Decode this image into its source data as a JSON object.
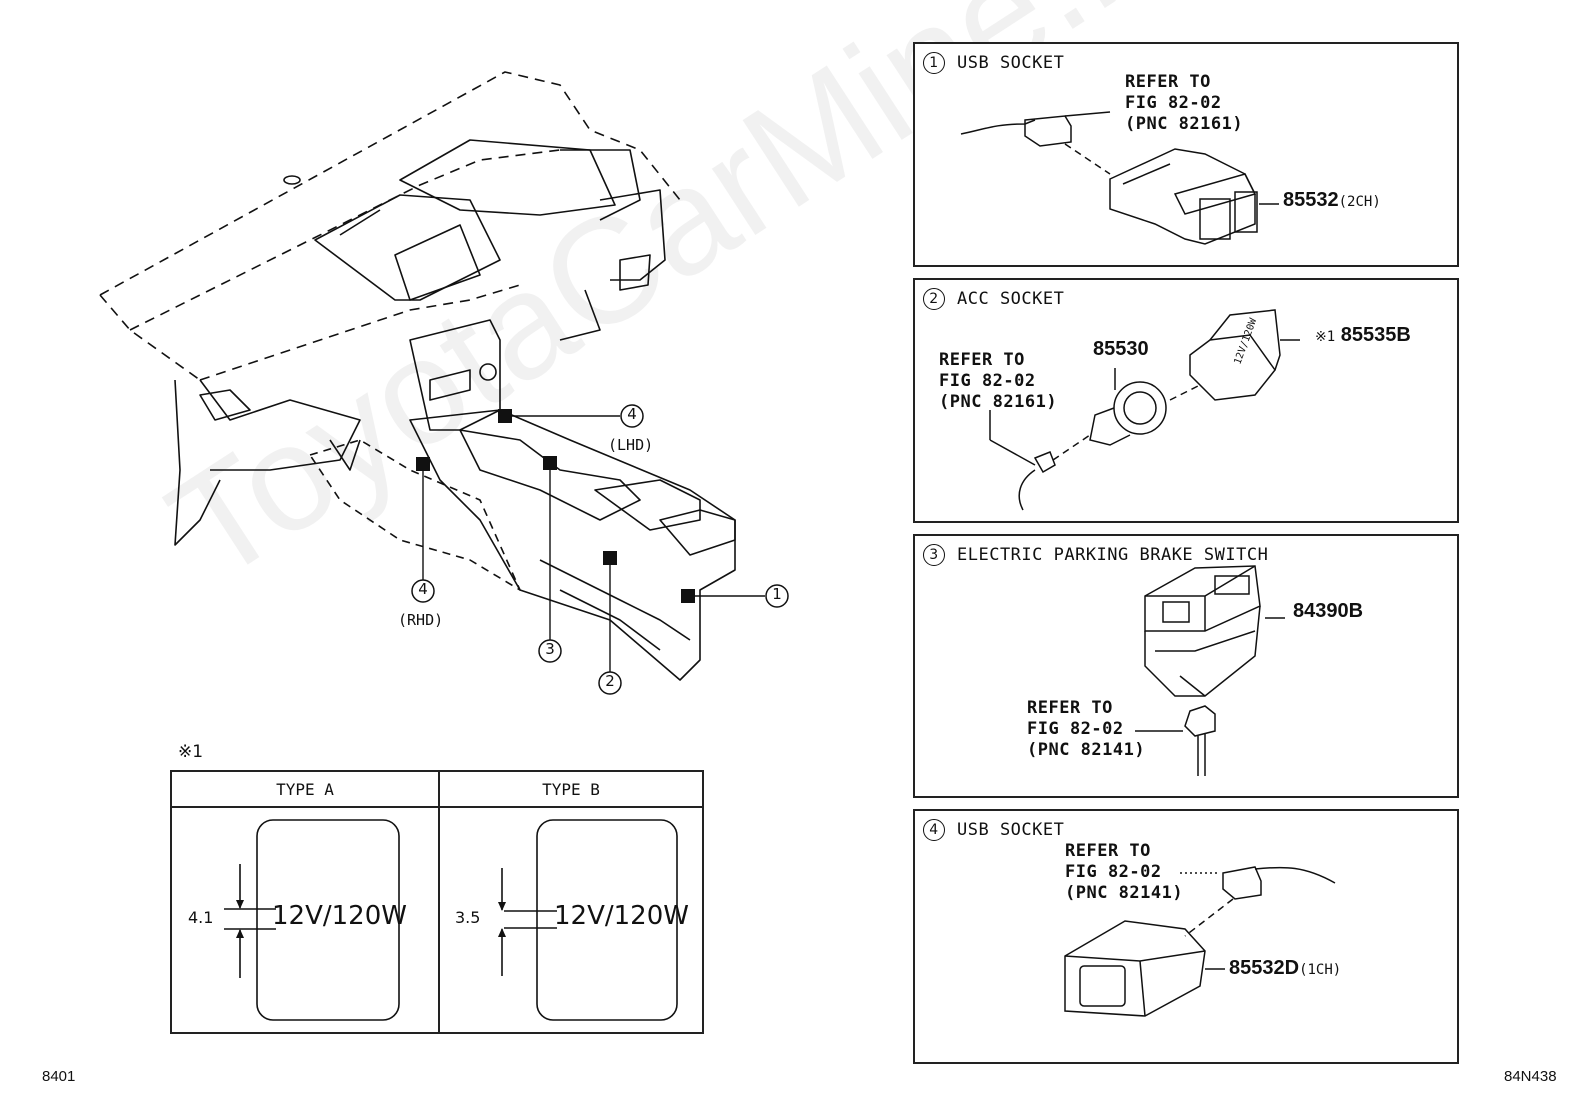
{
  "watermark": "ToyotaCarMine.ru",
  "main_diagram": {
    "callouts": [
      {
        "num": "4",
        "sub": "(LHD)"
      },
      {
        "num": "4",
        "sub": "(RHD)"
      },
      {
        "num": "3",
        "sub": ""
      },
      {
        "num": "2",
        "sub": ""
      },
      {
        "num": "1",
        "sub": ""
      }
    ]
  },
  "note_table": {
    "mark": "※1",
    "types": [
      {
        "header": "TYPE A",
        "dimension": "4.1",
        "label": "12V/120W"
      },
      {
        "header": "TYPE B",
        "dimension": "3.5",
        "label": "12V/120W"
      }
    ]
  },
  "panels": [
    {
      "num": "1",
      "title": "USB SOCKET",
      "refer": [
        "REFER TO",
        "FIG 82-02",
        "(PNC 82161)"
      ],
      "parts": [
        {
          "number": "85532",
          "suffix": "(2CH)"
        }
      ]
    },
    {
      "num": "2",
      "title": "ACC SOCKET",
      "refer": [
        "REFER TO",
        "FIG 82-02",
        "(PNC 82161)"
      ],
      "parts": [
        {
          "number": "85530",
          "suffix": ""
        },
        {
          "number": "85535B",
          "suffix": "※1"
        }
      ],
      "cap_label": "12V/120W"
    },
    {
      "num": "3",
      "title": "ELECTRIC PARKING BRAKE SWITCH",
      "refer": [
        "REFER TO",
        "FIG 82-02",
        "(PNC 82141)"
      ],
      "parts": [
        {
          "number": "84390B",
          "suffix": ""
        }
      ]
    },
    {
      "num": "4",
      "title": "USB SOCKET",
      "refer": [
        "REFER TO",
        "FIG 82-02",
        "(PNC 82141)"
      ],
      "parts": [
        {
          "number": "85532D",
          "suffix": "(1CH)"
        }
      ]
    }
  ],
  "footer": {
    "left": "8401",
    "right": "84N438"
  }
}
